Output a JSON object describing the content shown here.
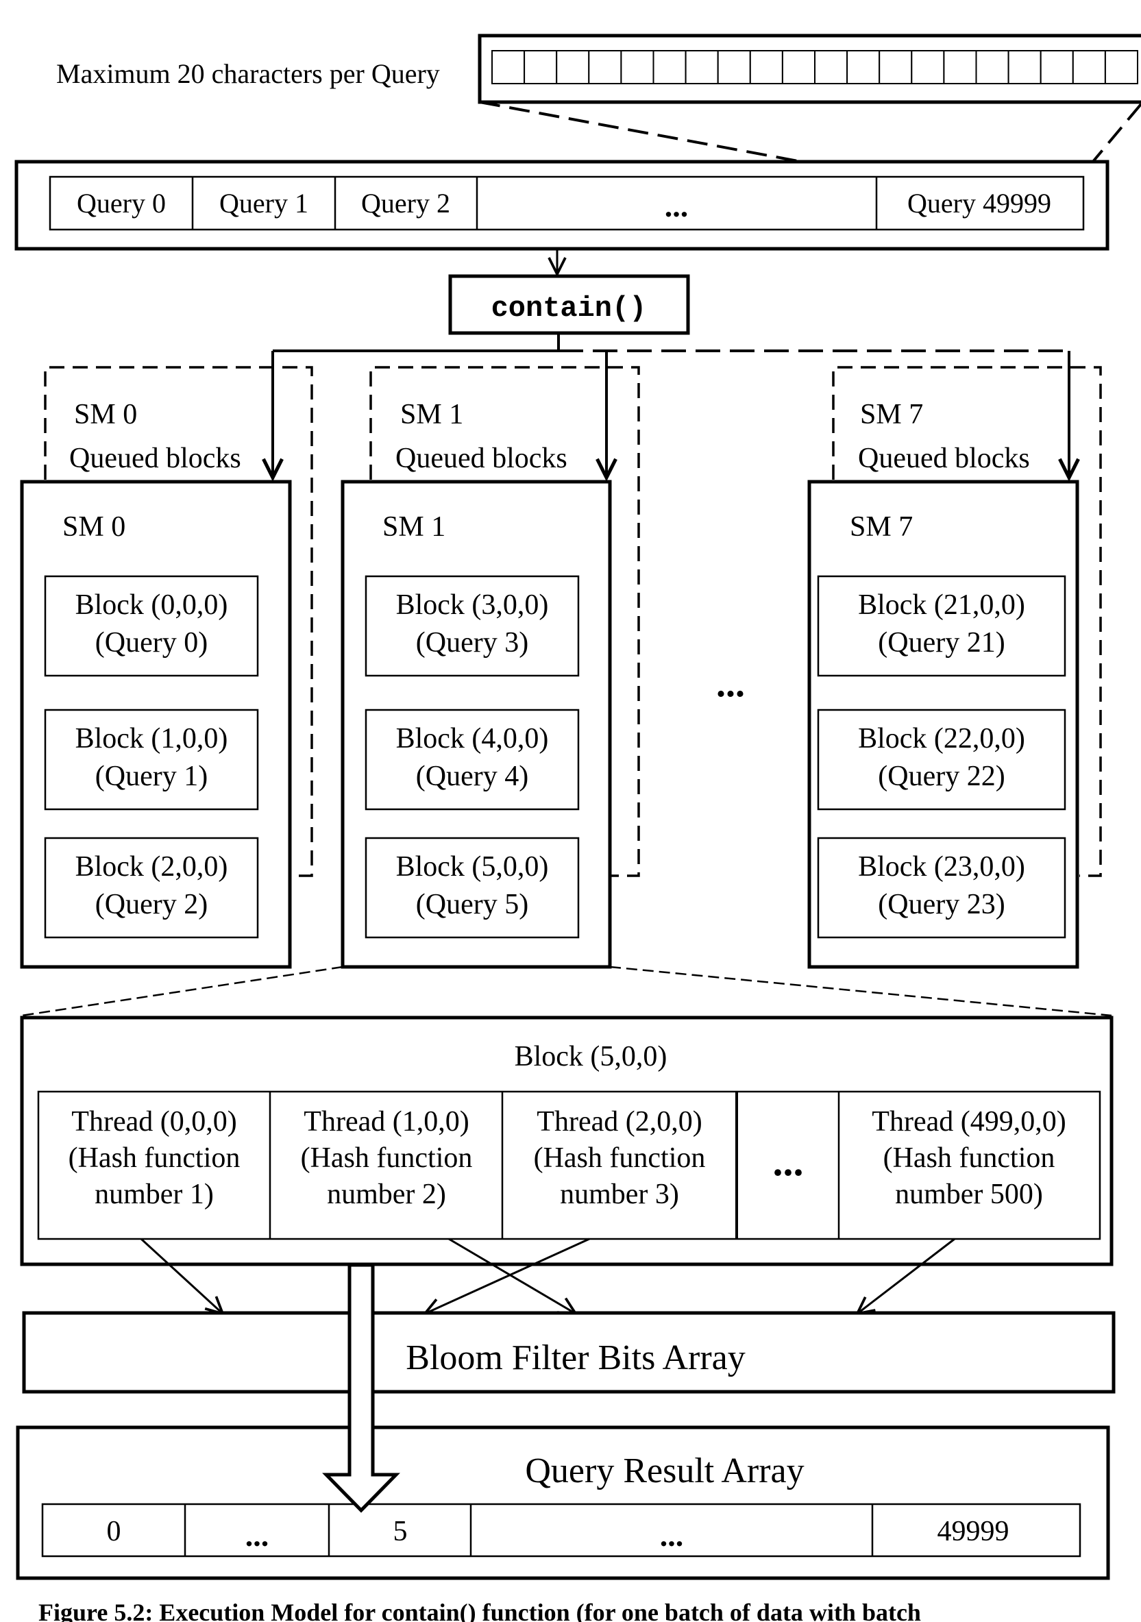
{
  "top": {
    "max_chars_label": "Maximum 20 characters per Query",
    "char_cells": 20
  },
  "queries": {
    "cells": [
      "Query 0",
      "Query 1",
      "Query 2",
      "...",
      "Query 49999"
    ]
  },
  "kernel": {
    "label": "contain()"
  },
  "sms": [
    {
      "queue_title": "SM 0",
      "queue_subtitle": "Queued blocks",
      "title": "SM 0",
      "blocks": [
        {
          "line1": "Block (0,0,0)",
          "line2": "(Query 0)"
        },
        {
          "line1": "Block (1,0,0)",
          "line2": "(Query 1)"
        },
        {
          "line1": "Block (2,0,0)",
          "line2": "(Query 2)"
        }
      ]
    },
    {
      "queue_title": "SM 1",
      "queue_subtitle": "Queued blocks",
      "title": "SM 1",
      "blocks": [
        {
          "line1": "Block (3,0,0)",
          "line2": "(Query 3)"
        },
        {
          "line1": "Block (4,0,0)",
          "line2": "(Query 4)"
        },
        {
          "line1": "Block (5,0,0)",
          "line2": "(Query 5)"
        }
      ]
    },
    {
      "queue_title": "SM 7",
      "queue_subtitle": "Queued blocks",
      "title": "SM 7",
      "blocks": [
        {
          "line1": "Block (21,0,0)",
          "line2": "(Query 21)"
        },
        {
          "line1": "Block (22,0,0)",
          "line2": "(Query 22)"
        },
        {
          "line1": "Block (23,0,0)",
          "line2": "(Query 23)"
        }
      ]
    }
  ],
  "sm_ellipsis": "...",
  "block_detail": {
    "title": "Block (5,0,0)",
    "threads": [
      {
        "line1": "Thread (0,0,0)",
        "line2": "(Hash function",
        "line3": "number 1)"
      },
      {
        "line1": "Thread (1,0,0)",
        "line2": "(Hash function",
        "line3": "number 2)"
      },
      {
        "line1": "Thread (2,0,0)",
        "line2": "(Hash function",
        "line3": "number 3)"
      },
      {
        "line1": "Thread (499,0,0)",
        "line2": "(Hash function",
        "line3": "number 500)"
      }
    ],
    "ellipsis": "..."
  },
  "bloom": {
    "label": "Bloom Filter Bits Array"
  },
  "result": {
    "title": "Query Result Array",
    "cells": [
      "0",
      "...",
      "5",
      "...",
      "49999"
    ]
  },
  "caption": "Figure 5.2: Execution Model for contain() function (for one batch of data with batch"
}
